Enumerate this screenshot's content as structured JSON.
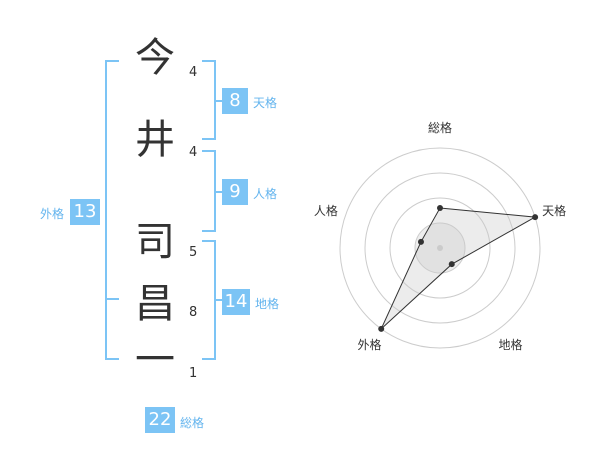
{
  "name": {
    "chars": [
      {
        "char": "今",
        "strokes": "4"
      },
      {
        "char": "井",
        "strokes": "4"
      },
      {
        "char": "司",
        "strokes": "5"
      },
      {
        "char": "昌",
        "strokes": "8"
      },
      {
        "char": "一",
        "strokes": "1"
      }
    ]
  },
  "fortunes": {
    "tenkaku": {
      "value": "8",
      "label": "天格"
    },
    "jinkaku": {
      "value": "9",
      "label": "人格"
    },
    "chikaku": {
      "value": "14",
      "label": "地格"
    },
    "gaikaku": {
      "value": "13",
      "label": "外格"
    },
    "soukaku": {
      "value": "22",
      "label": "総格"
    }
  },
  "colors": {
    "accent": "#7cc4f5",
    "label": "#63b4ee",
    "text": "#333333"
  },
  "chart_data": {
    "type": "radar",
    "axes": [
      "総格",
      "天格",
      "地格",
      "外格",
      "人格"
    ],
    "values": [
      2,
      5,
      1,
      5,
      1
    ],
    "rmax": 5,
    "rings": 4
  }
}
